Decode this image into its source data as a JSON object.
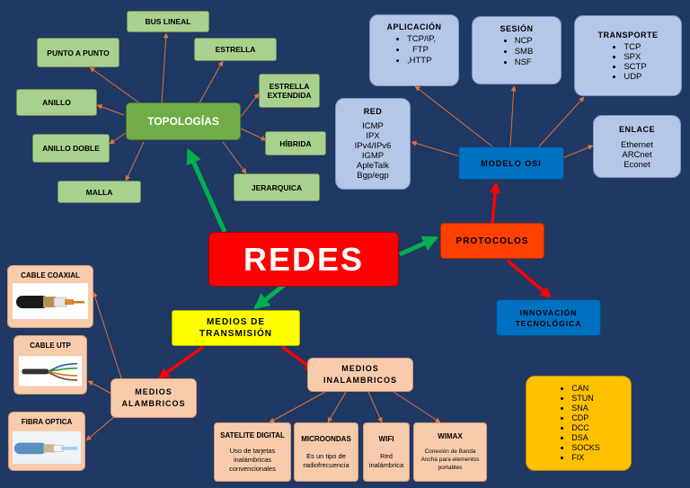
{
  "center": "REDES",
  "topologias": {
    "title": "TOPOLOGÍAS",
    "items": [
      "BUS LINEAL",
      "PUNTO A PUNTO",
      "ESTRELLA",
      "ESTRELLA EXTENDIDA",
      "ANILLO",
      "HÍBRIDA",
      "ANILLO DOBLE",
      "JERARQUICA",
      "MALLA"
    ]
  },
  "protocolos": {
    "title": "PROTOCOLOS"
  },
  "modelo_osi": {
    "title": "MODELO OSI",
    "aplicacion": {
      "title": "APLICACIÓN",
      "items": [
        "TCP/IP,",
        "FTP",
        ",HTTP"
      ]
    },
    "sesion": {
      "title": "SESIÓN",
      "items": [
        "NCP",
        "SMB",
        "NSF"
      ]
    },
    "transporte": {
      "title": "TRANSPORTE",
      "items": [
        "TCP",
        "SPX",
        "SCTP",
        "UDP"
      ]
    },
    "red": {
      "title": "RED",
      "items": [
        "ICMP",
        "IPX",
        "IPv4/IPv6",
        "IGMP",
        "ApleTalk",
        "Bgp/egp"
      ]
    },
    "enlace": {
      "title": "ENLACE",
      "items": [
        "Ethernet",
        "ARCnet",
        "Econet"
      ]
    }
  },
  "innovacion": {
    "title": "INNOVACIÓN TECNOLÓGICA",
    "items": [
      "CAN",
      "STUN",
      "SNA",
      "CDP",
      "DCC",
      "DSA",
      "SOCKS",
      "FIX"
    ]
  },
  "medios": {
    "title": "MEDIOS DE TRANSMISIÓN",
    "alambricos": {
      "title": "MEDIOS ALAMBRICOS",
      "items": [
        "CABLE COAXIAL",
        "CABLE UTP",
        "FIBRA OPTICA"
      ]
    },
    "inalambricos": {
      "title": "MEDIOS INALAMBRICOS",
      "items": [
        {
          "name": "SATELITE DIGITAL",
          "desc": "Uso de tarjetas inalámbricas convencionales"
        },
        {
          "name": "MICROONDAS",
          "desc": "Es un tipo de radiofrecuencia"
        },
        {
          "name": "WIFI",
          "desc": "Red inalámbrica"
        },
        {
          "name": "WIMAX",
          "desc": "Conexión de Banda Ancha para elementos portables"
        }
      ]
    }
  },
  "colors": {
    "background": "#1f3864",
    "center": "#ff0000",
    "topologias": "#70ad47",
    "protocolos": "#ff4000",
    "osi": "#0070c0",
    "medios": "#ffff00",
    "arrow_green": "#00b050",
    "arrow_red": "#ff0000",
    "line_orange": "#e0733a",
    "innovacion_list": "#ffc000"
  }
}
